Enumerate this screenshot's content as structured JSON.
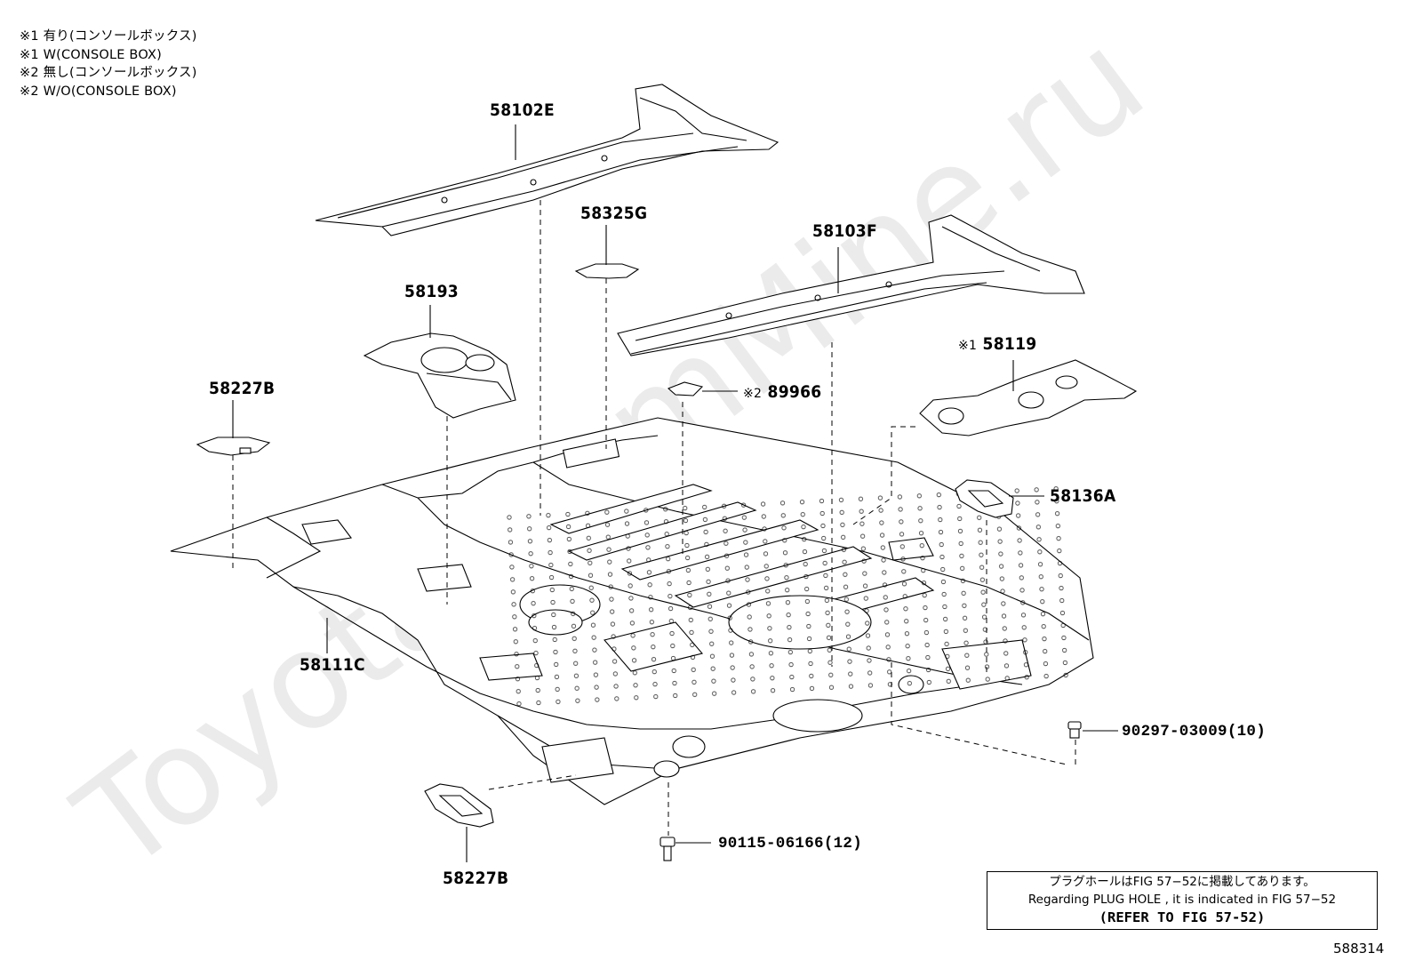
{
  "legend": [
    "※1 有り(コンソールボックス)",
    "※1 W(CONSOLE BOX)",
    "※2 無し(コンソールボックス)",
    "※2 W/O(CONSOLE BOX)"
  ],
  "parts": {
    "p58102E": "58102E",
    "p58325G": "58325G",
    "p58103F": "58103F",
    "p58193": "58193",
    "p58119_mark": "※1",
    "p58119": "58119",
    "p58227B_top": "58227B",
    "p89966_mark": "※2",
    "p89966": "89966",
    "p58136A": "58136A",
    "p58111C": "58111C",
    "p90297": "90297-03009(10)",
    "p90115": "90115-06166(12)",
    "p58227B_bottom": "58227B"
  },
  "note": {
    "line1": "プラグホールはFIG 57−52に掲載してあります。",
    "line2": "Regarding  PLUG  HOLE , it is indicated in  FIG  57−52",
    "line3": "(REFER TO FIG 57-52)"
  },
  "figure_number": "588314",
  "watermark": "ToyotaTeamMine.ru"
}
